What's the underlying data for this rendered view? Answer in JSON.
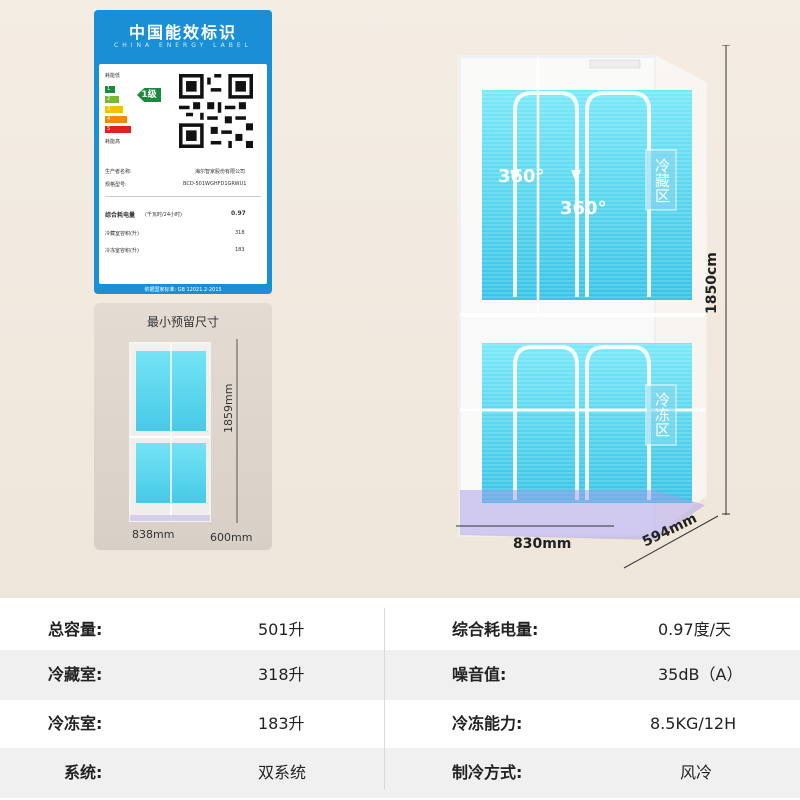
{
  "label": {
    "title_cn": "中国能效标识",
    "title_en": "CHINA ENERGY LABEL",
    "low": "耗能低",
    "high": "耗能高",
    "grade": "1级",
    "grades": [
      "1",
      "2",
      "3",
      "4",
      "5"
    ],
    "maker_label": "生产者名称:",
    "maker": "海尔智家股份有限公司",
    "model_label": "规格型号:",
    "model": "BCD-501WGHFD1GRWU1",
    "power_label": "综合耗电量",
    "power_unit": "(千瓦时/24小时)",
    "power_value": "0.97",
    "fridge_vol_label": "冷藏室容积(升)",
    "fridge_vol": "318",
    "freezer_vol_label": "冷冻室容积(升)",
    "freezer_vol": "183",
    "standard": "依据国家标准: GB 12021.2-2015"
  },
  "min_space": {
    "title": "最小预留尺寸",
    "width": "838mm",
    "depth": "600mm",
    "height": "1859mm"
  },
  "product": {
    "width": "830mm",
    "depth": "594mm",
    "height": "1850cm",
    "zone_fridge": "冷藏区",
    "zone_freezer": "冷冻区",
    "airflow": "360°"
  },
  "specs": [
    {
      "l1": "总容量:",
      "v1": "501升",
      "l2": "综合耗电量:",
      "v2": "0.97度/天"
    },
    {
      "l1": "冷藏室:",
      "v1": "318升",
      "l2": "噪音值:",
      "v2": "35dB（A）"
    },
    {
      "l1": "冷冻室:",
      "v1": "183升",
      "l2": "冷冻能力:",
      "v2": "8.5KG/12H"
    },
    {
      "l1": "系统:",
      "v1": "双系统",
      "l2": "制冷方式:",
      "v2": "风冷"
    }
  ],
  "colors": {
    "label_blue": "#1a8fd6",
    "grade_green": "#1c8a3e",
    "cyan": "#2fd6f0"
  }
}
